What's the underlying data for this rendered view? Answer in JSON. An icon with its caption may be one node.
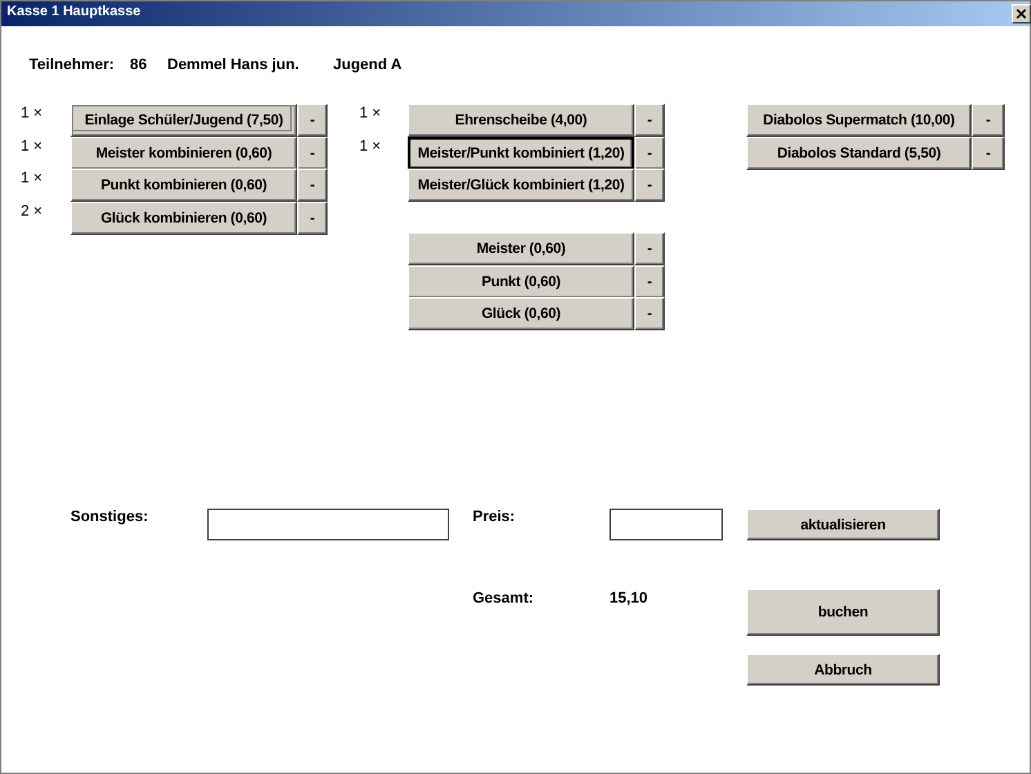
{
  "diagram": {
    "title": "Kasse 1 Hauptkasse",
    "nodes": [
      {
        "text": [
          "Einlage Schüler/Jugend (7,50)"
        ]
      },
      {
        "text": [
          "-"
        ]
      },
      {
        "text": [
          "Ehrenscheibe (4,00)"
        ]
      },
      {
        "text": [
          "-"
        ]
      },
      {
        "text": [
          "Diabolos Supermatch (10,00)"
        ]
      },
      {
        "text": [
          "-"
        ]
      },
      {
        "text": [
          "Meister kombinieren (0,60)"
        ]
      },
      {
        "text": [
          "-"
        ]
      },
      {
        "text": [
          "Meister/Punkt kombiniert (1,20)"
        ]
      },
      {
        "text": [
          "-"
        ]
      },
      {
        "text": [
          "Diabolos Standard (5,50)"
        ]
      },
      {
        "text": [
          "-"
        ]
      },
      {
        "text": [
          "Punkt kombinieren (0,60)"
        ]
      },
      {
        "text": [
          "-"
        ]
      },
      {
        "text": [
          "Meister/Glück kombiniert (1,20)"
        ]
      },
      {
        "text": [
          "-"
        ]
      },
      {
        "text": [
          "Glück kombinieren (0,60)"
        ]
      },
      {
        "text": [
          "-"
        ]
      },
      {
        "text": [
          "Meister (0,60)"
        ]
      },
      {
        "text": [
          "-"
        ]
      },
      {
        "text": [
          "Punkt (0,60)"
        ]
      },
      {
        "text": [
          "-"
        ]
      },
      {
        "text": [
          "Glück (0,60)"
        ]
      },
      {
        "text": [
          "-"
        ]
      },
      {
        "text": [],
        "shape": "box"
      },
      {
        "text": [],
        "shape": "box"
      },
      {
        "text": [
          "aktualisieren"
        ]
      },
      {
        "text": [
          "buchen"
        ]
      },
      {
        "text": [
          "Abbruch"
        ]
      }
    ],
    "labels": [
      "Teilnehmer:",
      "86",
      "Demmel Hans jun.",
      "Jugend A",
      "1 ×",
      "1 ×",
      "1 ×",
      "1 ×",
      "1 ×",
      "2 ×",
      "Sonstiges:",
      "Preis:",
      "Gesamt:",
      "15,10"
    ]
  }
}
